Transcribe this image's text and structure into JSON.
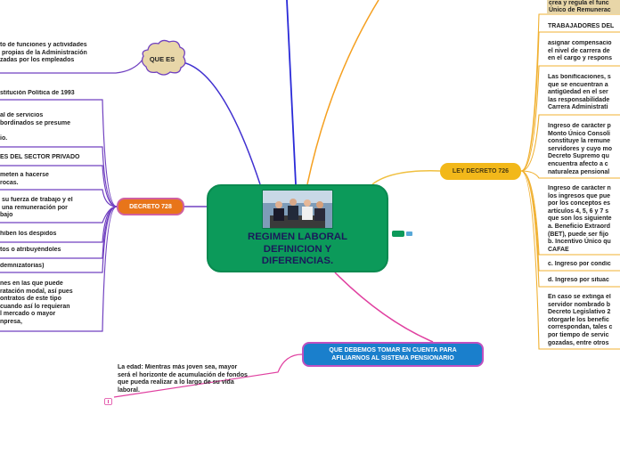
{
  "central": {
    "title": "REGIMEN LABORAL\nDEFINICION Y\nDIFERENCIAS."
  },
  "que_es": {
    "label": "QUE ES",
    "text": "to de funciones y actividades\n propias de la Administración\nzadas por los empleados"
  },
  "decreto_728": {
    "label": "DECRETO 728",
    "items": [
      "stitución Política de 1993",
      "al de servicios\nbordinados se presume\n\nio.",
      "ES DEL SECTOR PRIVADO",
      "meten a hacerse\nrocas.",
      " su fuerza de trabajo y el\n una remuneración por\nbajo",
      "hiben los despidos",
      "tos o atribuyéndoles",
      "demnizatorias)",
      "nes en las que puede\nratación modal, así pues\nontratos de este tipo\ncuando así lo requieran\nl mercado o mayor\nnpresa,"
    ]
  },
  "ley_decreto_726": {
    "label": "LEY DECRETO 726",
    "top_tag": "crea y regula el func\nÚnico de Remunerac",
    "items": [
      "TRABAJADORES DEL",
      "asignar compensacio\nel nivel de carrera de\nen el cargo y respons",
      "Las bonificaciones, s\nque se encuentran a\nantigüedad en el ser\nlas responsabilidade\nCarrera Administrati",
      "Ingreso de carácter p\nMonto Único Consoli\nconstituye la remune\nservidores y cuyo mo\nDecreto Supremo qu\nencuentra afecto a c\nnaturaleza pensional",
      "Ingreso de carácter n\nlos ingresos que pue\npor los conceptos es\nartículos 4, 5, 6 y 7 s\nque son los siguiente\na. Beneficio Extraord\n(BET), puede ser fijo\nb. Incentivo Único qu\nCAFAE",
      "c. Ingreso por condic",
      "d. Ingreso por situac",
      "En caso se extinga el\nservidor nombrado b\nDecreto Legislativo 2\notorgarle los benefic\ncorrespondan, tales c\npor tiempo de servic\ngozadas, entre otros"
    ]
  },
  "que_debemos": {
    "label": "QUE DEBEMOS TOMAR EN CUENTA PARA\nAFILIARNOS AL SISTEMA PENSIONARIO",
    "text": "La edad: Mientras más joven sea, mayor\nserá el horizonte de acumulación de fondos\nque pueda realizar a lo largo de su vida\nlaboral."
  },
  "colors": {
    "central": "#0c9a5a",
    "decreto": "#e8751a",
    "ley": "#f2b81a",
    "que_debemos": "#1a7fcc",
    "que_es": "#e8d6a8",
    "line_blue": "#2a2ad8",
    "line_orange": "#f5a020",
    "line_pink": "#e040a0",
    "line_purple": "#7040c0",
    "line_dark_pink": "#c0307a",
    "line_yellow": "#f0c040"
  }
}
